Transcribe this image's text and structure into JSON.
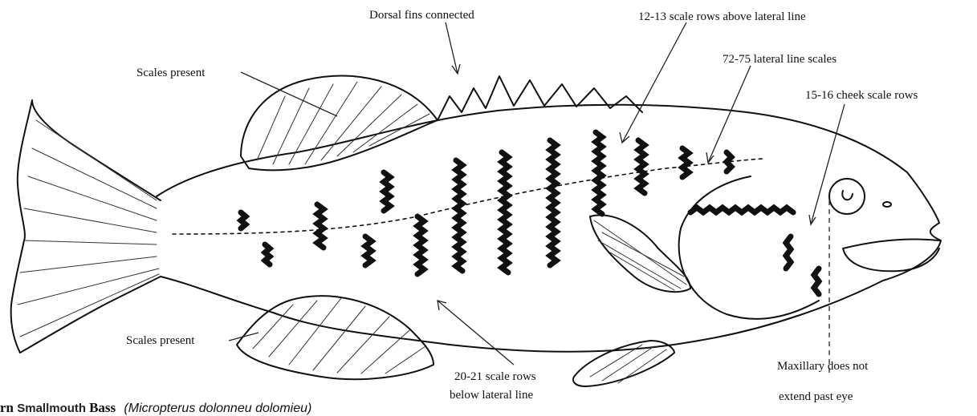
{
  "labels": {
    "dorsal": "Dorsal fins connected",
    "scales_upper": "Scales present",
    "scales_lower": "Scales present",
    "above_num": "12-13",
    "above_text": "scale rows above lateral line",
    "lateral_num": "72-75",
    "lateral_text": "lateral line scales",
    "cheek_num": "15-16",
    "cheek_text": "cheek scale rows",
    "below_line1_num": "20-21",
    "below_line1_text": "scale rows",
    "below_line2": "below lateral line",
    "maxillary_1": "Maxillary",
    "maxillary_2": "does not",
    "maxillary_3": "extend past eye"
  },
  "caption": {
    "prefix": "rn",
    "common_a": "Smallmouth",
    "common_b": "Bass",
    "scientific": "(Micropterus dolonneu dolomieu)"
  }
}
